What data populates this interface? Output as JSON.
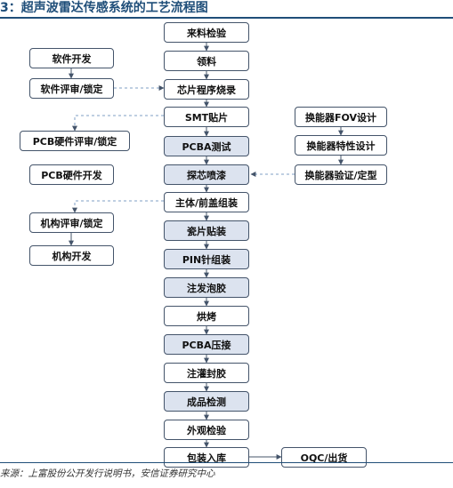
{
  "title": "3：超声波雷达传感系统的工艺流程图",
  "source": "来源：上富股份公开发行说明书，安信证券研究中心",
  "colors": {
    "border": "#44546A",
    "shaded_fill": "#DCE3EF",
    "title": "#1F4E79",
    "dash": "#7F9FC5"
  },
  "nodes": {
    "incoming_inspection": "来料检验",
    "material_pick": "领料",
    "chip_programming": "芯片程序烧录",
    "smt_mount": "SMT贴片",
    "pcba_test": "PCBA测试",
    "probe_spray": "探芯喷漆",
    "body_cover_assembly": "主体/前盖组装",
    "ceramic_mount": "瓷片贴装",
    "pin_assembly": "PIN针组装",
    "glue_foam": "注发泡胶",
    "baking": "烘烤",
    "pcba_press": "PCBA压接",
    "potting": "注灌封胶",
    "final_test": "成品检测",
    "visual_inspection": "外观检验",
    "packing_storage": "包装入库",
    "oqc_shipping": "OQC/出货",
    "software_dev": "软件开发",
    "software_review": "软件评审/锁定",
    "pcb_review": "PCB硬件评审/锁定",
    "pcb_dev": "PCB硬件开发",
    "mech_review": "机构评审/锁定",
    "mech_dev": "机构开发",
    "transducer_fov": "换能器FOV设计",
    "transducer_char": "换能器特性设计",
    "transducer_verify": "换能器验证/定型"
  }
}
